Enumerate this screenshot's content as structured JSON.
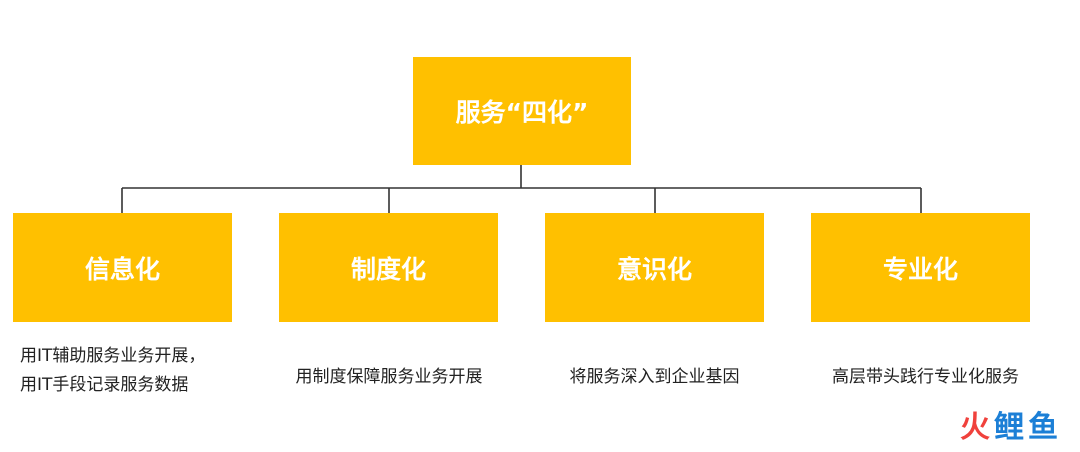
{
  "root": {
    "label": "服务“四化”"
  },
  "children": [
    {
      "label": "信息化",
      "lines": [
        "用IT辅助服务业务开展，",
        "用IT手段记录服务数据"
      ]
    },
    {
      "label": "制度化",
      "lines": [
        "用制度保障服务业务开展"
      ]
    },
    {
      "label": "意识化",
      "lines": [
        "将服务深入到企业基因"
      ]
    },
    {
      "label": "专业化",
      "lines": [
        "高层带头践行专业化服务"
      ]
    }
  ],
  "watermark": {
    "chars": [
      "火",
      "鲤",
      "鱼"
    ]
  },
  "colors": {
    "box": "#FFC000",
    "line": "#333333",
    "text": "#222222"
  }
}
